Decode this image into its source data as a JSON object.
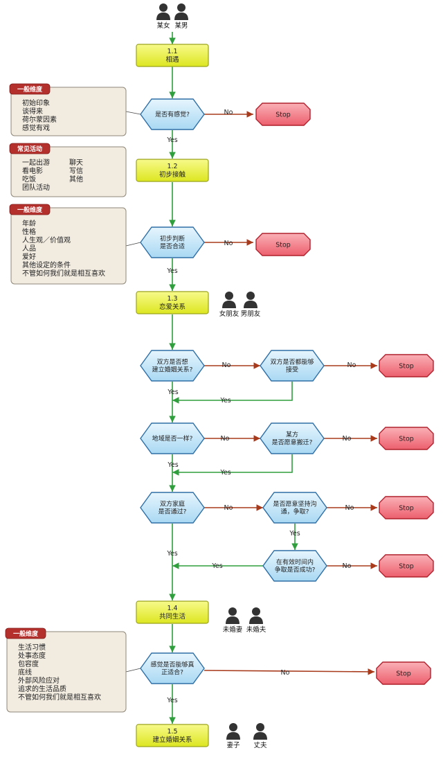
{
  "colors": {
    "process_fill": "#eef23a",
    "process_stroke": "#9aa31c",
    "decision_fill": "#bfe3f7",
    "decision_stroke": "#2e6fa6",
    "stop_fill": "#f27f8a",
    "stop_stroke": "#b0202d",
    "green_arrow": "#2f9e3c",
    "red_arrow": "#a83a1c",
    "note_fill": "#f1ebe0",
    "note_stroke": "#8e8678",
    "tag_fill": "#b4302d",
    "person": "#333333"
  },
  "people": [
    {
      "id": "p-top",
      "labels": [
        "某女",
        "某男"
      ]
    },
    {
      "id": "p-13",
      "labels": [
        "女朋友",
        "男朋友"
      ]
    },
    {
      "id": "p-14",
      "labels": [
        "未婚妻",
        "未婚夫"
      ]
    },
    {
      "id": "p-15",
      "labels": [
        "妻子",
        "丈夫"
      ]
    }
  ],
  "processes": [
    {
      "id": "s11",
      "lines": [
        "1.1",
        "相遇"
      ]
    },
    {
      "id": "s12",
      "lines": [
        "1.2",
        "初步接触"
      ]
    },
    {
      "id": "s13",
      "lines": [
        "1.3",
        "恋爱关系"
      ]
    },
    {
      "id": "s14",
      "lines": [
        "1.4",
        "共同生活"
      ]
    },
    {
      "id": "s15",
      "lines": [
        "1.5",
        "建立婚姻关系"
      ]
    }
  ],
  "decisions": [
    {
      "id": "d1",
      "lines": [
        "是否有感觉?"
      ]
    },
    {
      "id": "d2",
      "lines": [
        "初步判断",
        "是否合适"
      ]
    },
    {
      "id": "d3",
      "lines": [
        "双方是否想",
        "建立婚姻关系?"
      ]
    },
    {
      "id": "d3b",
      "lines": [
        "双方是否都能够",
        "接受"
      ]
    },
    {
      "id": "d4",
      "lines": [
        "地域是否一样?"
      ]
    },
    {
      "id": "d4b",
      "lines": [
        "某方",
        "是否愿意搬迁?"
      ]
    },
    {
      "id": "d5",
      "lines": [
        "双方家庭",
        "是否通过?"
      ]
    },
    {
      "id": "d5b",
      "lines": [
        "是否愿意坚持沟",
        "通，争取?"
      ]
    },
    {
      "id": "d5c",
      "lines": [
        "在有效时间内",
        "争取是否成功?"
      ]
    },
    {
      "id": "d6",
      "lines": [
        "感觉是否能够真",
        "正适合?"
      ]
    }
  ],
  "stops": [
    {
      "id": "x1",
      "label": "Stop"
    },
    {
      "id": "x2",
      "label": "Stop"
    },
    {
      "id": "x3",
      "label": "Stop"
    },
    {
      "id": "x4",
      "label": "Stop"
    },
    {
      "id": "x5",
      "label": "Stop"
    },
    {
      "id": "x6",
      "label": "Stop"
    },
    {
      "id": "x7",
      "label": "Stop"
    },
    {
      "id": "x8",
      "label": "Stop"
    }
  ],
  "edge_labels": {
    "yes": "Yes",
    "no": "No"
  },
  "notes": [
    {
      "id": "n1",
      "title": "一般维度",
      "lines": [
        "初始印象",
        "谈得来",
        "荷尔蒙因素",
        "感觉有戏"
      ]
    },
    {
      "id": "n2",
      "title": "常见活动",
      "lines": [
        "一起出游",
        "看电影",
        "吃饭",
        "团队活动"
      ],
      "lines_right": [
        "聊天",
        "写信",
        "其他"
      ]
    },
    {
      "id": "n3",
      "title": "一般维度",
      "lines": [
        "年龄",
        "性格",
        "人生观／价值观",
        "人品",
        "爱好",
        "其他设定的条件",
        "不管如何我们就是相互喜欢"
      ]
    },
    {
      "id": "n4",
      "title": "一般维度",
      "lines": [
        "生活习惯",
        "处事态度",
        "包容度",
        "底线",
        "外部风险应对",
        "追求的生活品质",
        "不管如何我们就是相互喜欢"
      ]
    }
  ]
}
